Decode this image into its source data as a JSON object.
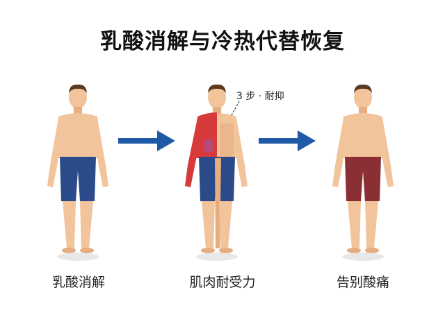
{
  "title": "乳酸消解与冷热代替恢复",
  "captions": {
    "left": "乳酸消解",
    "middle": "肌肉耐受力",
    "right": "告别酸痛"
  },
  "annotation": "3 步 · 耐抑",
  "colors": {
    "skin": "#f2c49b",
    "skin_shade": "#e6ad80",
    "hair": "#5a3a22",
    "shorts_blue": "#2b4a8a",
    "shorts_red": "#8a2f33",
    "muscle_red": "#d63a3a",
    "arrow_blue": "#1f5aa6"
  },
  "icons": [
    "right-arrow-icon",
    "right-arrow-icon"
  ]
}
